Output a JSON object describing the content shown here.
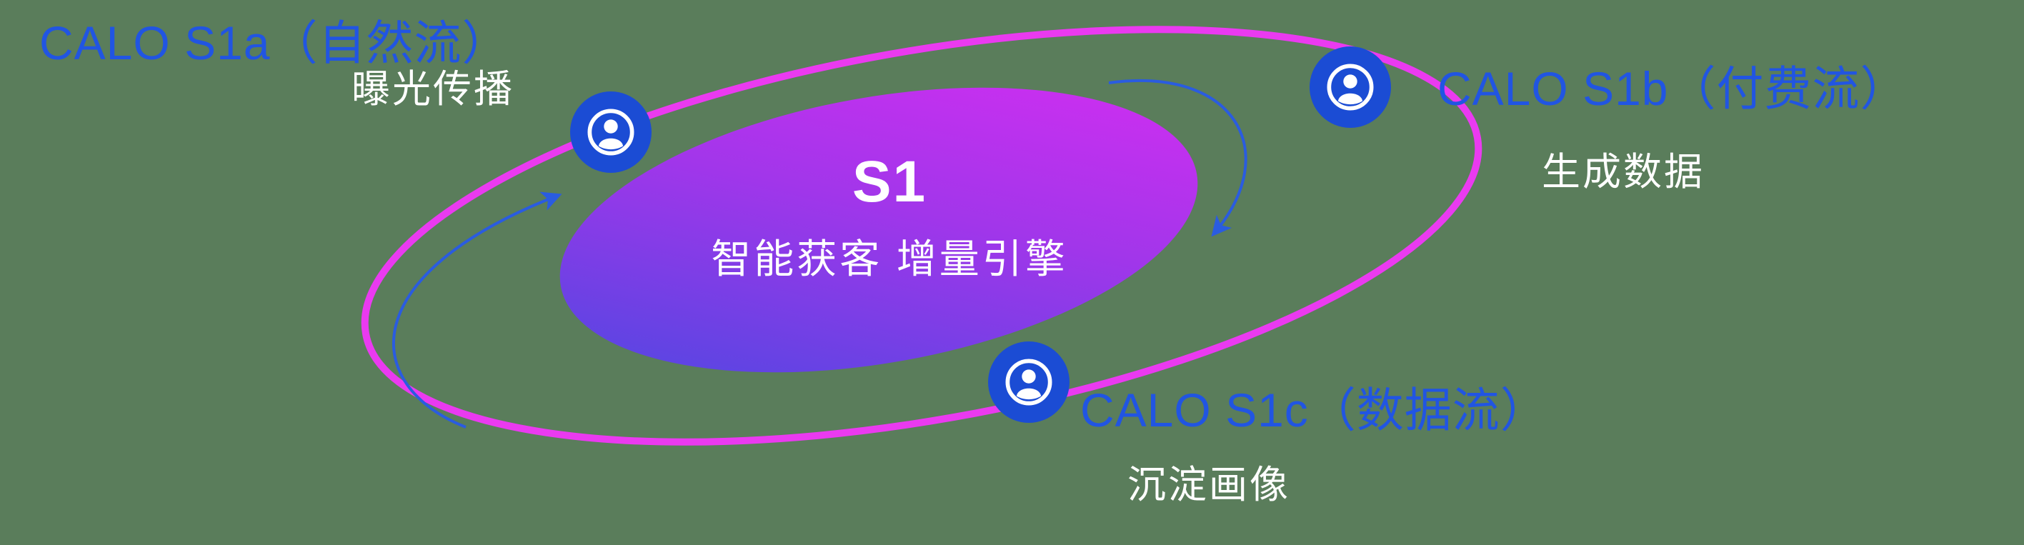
{
  "canvas": {
    "bg": "#5a7d5b"
  },
  "colors": {
    "bg": "#5a7d5b",
    "accentBlue": "#2155e2",
    "ringPink": "#ea3af0",
    "nodeBlue": "#1b4cd4",
    "arrowBlue": "#2a5ce0",
    "gradStart": "#4749e0",
    "gradMid": "#a136ea",
    "gradEnd": "#d92df2"
  },
  "center": {
    "title": "S1",
    "subtitle": "智能获客  增量引擎"
  },
  "nodes": [
    {
      "id": "s1a",
      "title": "CALO S1a（自然流）",
      "subtitle": "曝光传播",
      "icon": "user-in-circle-icon"
    },
    {
      "id": "s1b",
      "title": "CALO S1b（付费流）",
      "subtitle": "生成数据",
      "icon": "user-in-circle-icon"
    },
    {
      "id": "s1c",
      "title": "CALO S1c（数据流）",
      "subtitle": "沉淀画像",
      "icon": "user-in-circle-icon"
    }
  ]
}
